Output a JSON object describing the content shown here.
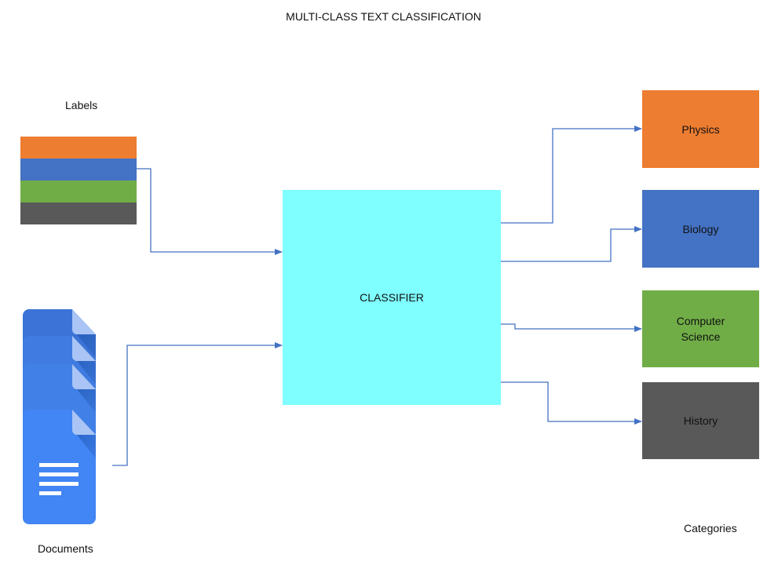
{
  "title": "MULTI-CLASS TEXT CLASSIFICATION",
  "labels_caption": "Labels",
  "documents_caption": "Documents",
  "categories_caption": "Categories",
  "classifier": {
    "label": "CLASSIFIER",
    "color": "#7fffff"
  },
  "label_stack_colors": [
    "#ed7d31",
    "#4472c4",
    "#70ad47",
    "#595959"
  ],
  "categories": [
    {
      "label_lines": [
        "Physics"
      ],
      "color": "#ed7d31"
    },
    {
      "label_lines": [
        "Biology"
      ],
      "color": "#4472c4"
    },
    {
      "label_lines": [
        "Computer",
        "Science"
      ],
      "color": "#70ad47"
    },
    {
      "label_lines": [
        "History"
      ],
      "color": "#595959"
    }
  ],
  "document_icon": {
    "icon": "google-doc-stack-icon",
    "color": "#4285f4"
  },
  "connector_color": "#4472c4"
}
